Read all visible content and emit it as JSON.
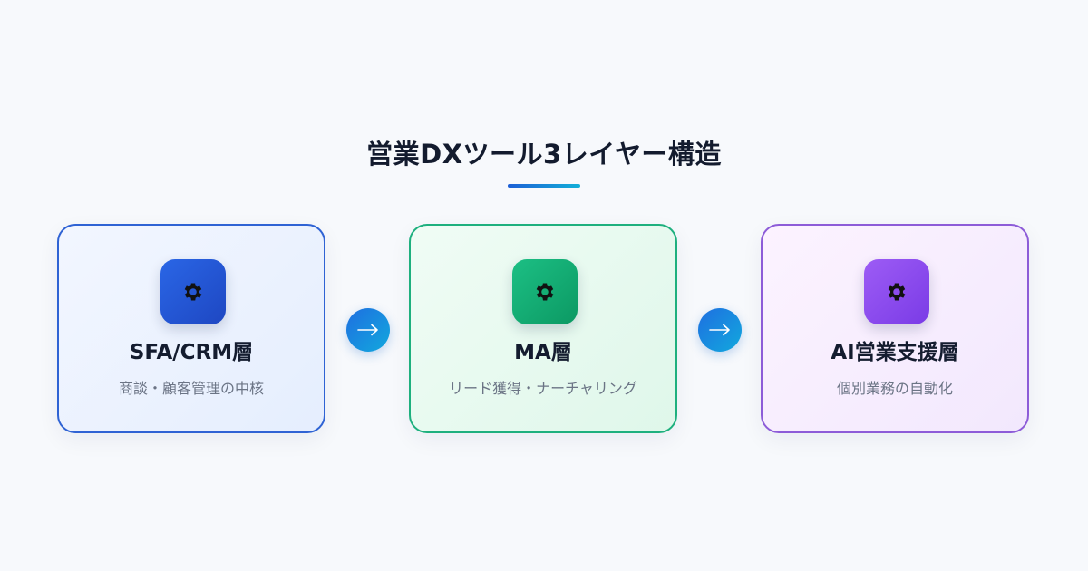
{
  "title": "営業DXツール3レイヤー構造",
  "colors": {
    "accent_blue": "#2f63d4",
    "accent_green": "#1eb07e",
    "accent_purple": "#8d5cd8",
    "arrow": "#1e6fe0"
  },
  "layers": [
    {
      "icon": "gear-icon",
      "title": "SFA/CRM層",
      "description": "商談・顧客管理の中核"
    },
    {
      "icon": "gear-icon",
      "title": "MA層",
      "description": "リード獲得・ナーチャリング"
    },
    {
      "icon": "gear-icon",
      "title": "AI営業支援層",
      "description": "個別業務の自動化"
    }
  ],
  "connectors": [
    {
      "icon": "arrow-right-icon"
    },
    {
      "icon": "arrow-right-icon"
    }
  ]
}
